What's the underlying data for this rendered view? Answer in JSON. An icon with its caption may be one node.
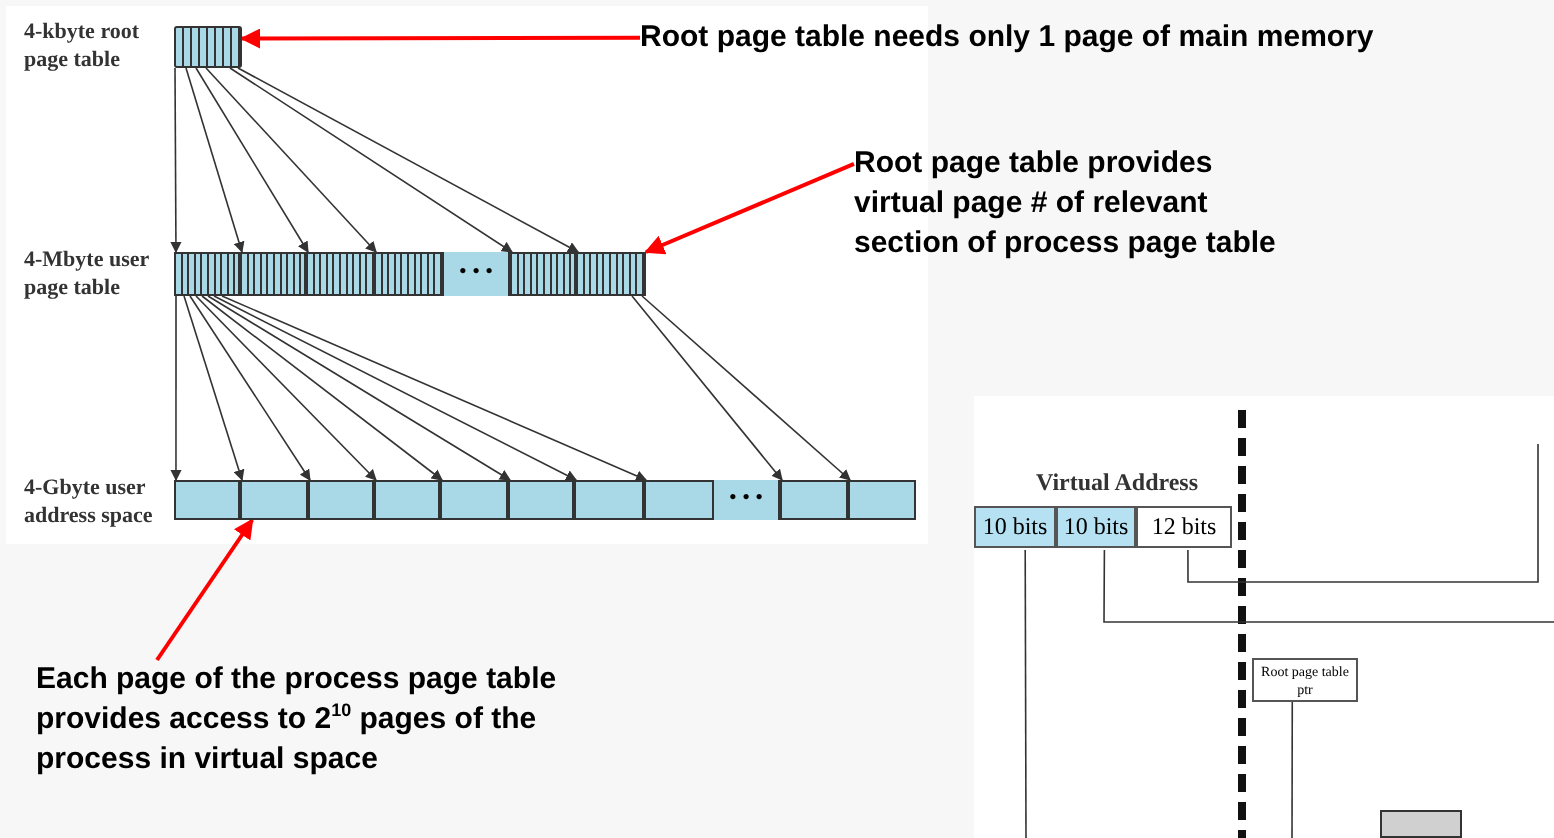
{
  "diagram": {
    "nodes": [
      {
        "text": [],
        "shape": "bar",
        "beside": [
          "4-kbyte root page table"
        ]
      },
      {
        "text": [],
        "shape": "bar",
        "beside": [
          "4-Mbyte user page table"
        ]
      },
      {
        "text": [],
        "shape": "box",
        "in": 1
      },
      {
        "text": [],
        "shape": "box",
        "in": 1
      },
      {
        "text": [],
        "shape": "box",
        "in": 1
      },
      {
        "text": [],
        "shape": "box",
        "in": 1
      },
      {
        "text": [
          "• • •"
        ],
        "in": 1
      },
      {
        "text": [],
        "shape": "box",
        "in": 1
      },
      {
        "text": [],
        "shape": "box",
        "in": 1
      },
      {
        "text": [],
        "shape": "bar",
        "beside": [
          "4-Gbyte user address space"
        ]
      },
      {
        "text": [],
        "shape": "box",
        "in": 9
      },
      {
        "text": [],
        "shape": "box",
        "in": 9
      },
      {
        "text": [],
        "shape": "box",
        "in": 9
      },
      {
        "text": [],
        "shape": "box",
        "in": 9
      },
      {
        "text": [],
        "shape": "box",
        "in": 9
      },
      {
        "text": [],
        "shape": "box",
        "in": 9
      },
      {
        "text": [],
        "shape": "box",
        "in": 9
      },
      {
        "text": [],
        "shape": "box",
        "in": 9
      },
      {
        "text": [
          "• • •"
        ],
        "in": 9
      },
      {
        "text": [],
        "shape": "box",
        "in": 9
      },
      {
        "text": [],
        "shape": "box",
        "in": 9
      },
      {
        "text": [
          "Root page table needs only 1 page of main memory"
        ]
      },
      {
        "text": [
          "Root page table provides virtual page # of relevant section of process page table"
        ]
      },
      {
        "text": [
          "Each page of the process page table provides access to 2$^{10}$ pages of the process in virtual space"
        ]
      },
      {
        "text": [
          "Virtual Address"
        ]
      },
      {
        "text": [
          "10 bits"
        ],
        "in": 24
      },
      {
        "text": [
          "10 bits"
        ],
        "in": 24
      },
      {
        "text": [
          "12 bits"
        ],
        "in": 24
      },
      {
        "text": [
          "Root page table ptr"
        ]
      },
      {
        "text": [],
        "shape": "box"
      }
    ],
    "edges": [
      {
        "from": 0,
        "to": 2,
        "arrow": "to"
      },
      {
        "from": 0,
        "to": 3,
        "arrow": "to"
      },
      {
        "from": 0,
        "to": 4,
        "arrow": "to"
      },
      {
        "from": 0,
        "to": 5,
        "arrow": "to"
      },
      {
        "from": 0,
        "to": 7,
        "arrow": "to"
      },
      {
        "from": 0,
        "to": 8,
        "arrow": "to"
      },
      {
        "from": 2,
        "to": 10,
        "arrow": "to"
      },
      {
        "from": 2,
        "to": 11,
        "arrow": "to"
      },
      {
        "from": 2,
        "to": 12,
        "arrow": "to"
      },
      {
        "from": 2,
        "to": 13,
        "arrow": "to"
      },
      {
        "from": 2,
        "to": 14,
        "arrow": "to"
      },
      {
        "from": 2,
        "to": 15,
        "arrow": "to"
      },
      {
        "from": 2,
        "to": 16,
        "arrow": "to"
      },
      {
        "from": 2,
        "to": 17,
        "arrow": "to"
      },
      {
        "from": 8,
        "to": 19,
        "arrow": "to"
      },
      {
        "from": 8,
        "to": 20,
        "arrow": "to"
      },
      {
        "from": 21,
        "to": 0,
        "arrow": "to",
        "color": "#ff0000"
      },
      {
        "from": 22,
        "to": 1,
        "arrow": "to",
        "color": "#ff0000"
      },
      {
        "from": 23,
        "to": 11,
        "arrow": "to",
        "color": "#ff0000"
      },
      {
        "from": 25,
        "to": null,
        "arrow": "none"
      },
      {
        "from": 26,
        "to": null,
        "arrow": "none"
      },
      {
        "from": 27,
        "to": null,
        "arrow": "none"
      },
      {
        "from": 28,
        "to": null,
        "arrow": "none"
      }
    ]
  }
}
